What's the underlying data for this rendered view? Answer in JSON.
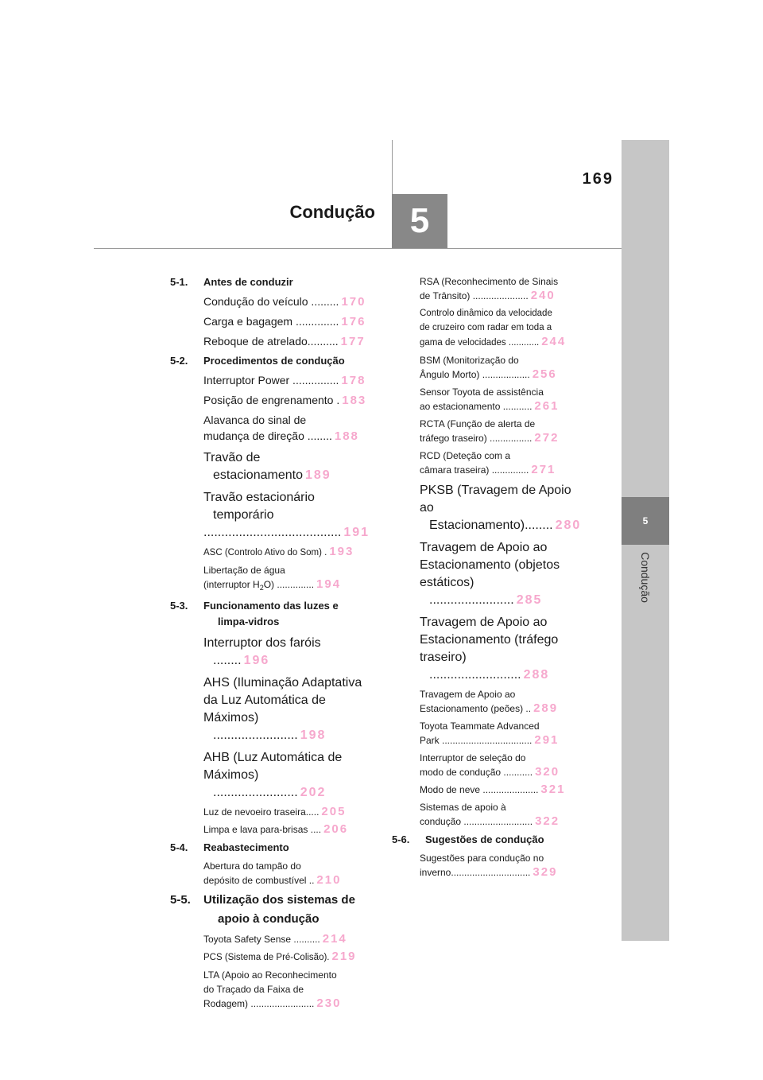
{
  "page_number": "169",
  "chapter": {
    "number": "5",
    "title": "Condução"
  },
  "side_tab": {
    "number": "5",
    "label": "Condução"
  },
  "colors": {
    "page_link": "#f6a8cd",
    "chapter_box": "#888888",
    "side_tab": "#c6c6c6",
    "side_tab_active": "#7f7f7f"
  },
  "left_column": {
    "s1": {
      "num": "5-1.",
      "title": "Antes de conduzir",
      "e1": {
        "text": "Condução do veículo .........",
        "page": "170"
      },
      "e2": {
        "text": "Carga e bagagem ..............",
        "page": "176"
      },
      "e3": {
        "text": "Reboque de atrelado..........",
        "page": "177"
      }
    },
    "s2": {
      "num": "5-2.",
      "title": "Procedimentos de condução",
      "e1": {
        "text": "Interruptor Power ...............",
        "page": "178"
      },
      "e2": {
        "text": "Posição de engrenamento .",
        "page": "183"
      },
      "e3": {
        "line1": "Alavanca do sinal de",
        "text": "mudança de direção ........",
        "page": "188"
      },
      "e4": {
        "text": "Travão de estacionamento",
        "page": "189"
      },
      "e5": {
        "line1": "Travão estacionário temporário",
        "text": ".......................................",
        "page": "191"
      },
      "e6": {
        "text": "ASC (Controlo Ativo do Som) .",
        "page": "193"
      },
      "e7": {
        "line1": "Libertação de água",
        "text_before": "(interruptor H",
        "text_sub": "2",
        "text_after": "O) ..............",
        "page": "194"
      }
    },
    "s3": {
      "num": "5-3.",
      "title": "Funcionamento das luzes e limpa-vidros",
      "e1": {
        "text": "Interruptor dos faróis ........",
        "page": "196"
      },
      "e2": {
        "line1": "AHS (Iluminação Adaptativa",
        "line2": "da Luz Automática de",
        "text": "Máximos) ........................",
        "page": "198"
      },
      "e3": {
        "line1": "AHB (Luz Automática de",
        "text": "Máximos) ........................",
        "page": "202"
      },
      "e4": {
        "text": "Luz de nevoeiro traseira.....",
        "page": "205"
      },
      "e5": {
        "text": "Limpa e lava para-brisas ....",
        "page": "206"
      }
    },
    "s4": {
      "num": "5-4.",
      "title": "Reabastecimento",
      "e1": {
        "line1": "Abertura do tampão do",
        "text": "depósito de combustível ..",
        "page": "210"
      }
    },
    "s5": {
      "num": "5-5.",
      "title": "Utilização dos sistemas de apoio à condução",
      "e1": {
        "text": "Toyota Safety Sense ..........",
        "page": "214"
      },
      "e2": {
        "text": "PCS (Sistema de Pré-Colisão).",
        "page": "219"
      },
      "e3": {
        "line1": "LTA (Apoio ao Reconhecimento",
        "line2": "do Traçado da Faixa de",
        "text": "Rodagem) ........................",
        "page": "230"
      }
    }
  },
  "right_column": {
    "e1": {
      "line1": "RSA (Reconhecimento de Sinais",
      "text": "de Trânsito) .....................",
      "page": "240"
    },
    "e2": {
      "line1": "Controlo dinâmico da velocidade",
      "line2": "de cruzeiro com radar em toda a",
      "text": "gama de velocidades ............",
      "page": "244"
    },
    "e3": {
      "line1": "BSM (Monitorização do",
      "text": "Ângulo Morto) ..................",
      "page": "256"
    },
    "e4": {
      "line1": "Sensor Toyota de assistência",
      "text": "ao estacionamento ...........",
      "page": "261"
    },
    "e5": {
      "line1": "RCTA (Função de alerta de",
      "text": "tráfego traseiro) ................",
      "page": "272"
    },
    "e6": {
      "line1": "RCD (Deteção com a",
      "text": "câmara traseira) ..............",
      "page": "271"
    },
    "e7": {
      "line1": "PKSB (Travagem de Apoio",
      "text": "ao Estacionamento)........",
      "page": "280"
    },
    "e8": {
      "line1": "Travagem de Apoio ao",
      "line2": "Estacionamento (objetos",
      "text": "estáticos) ........................",
      "page": "285"
    },
    "e9": {
      "line1": "Travagem de Apoio ao",
      "line2": "Estacionamento (tráfego",
      "text": "traseiro) ..........................",
      "page": "288"
    },
    "e10": {
      "line1": "Travagem de Apoio ao",
      "text": "Estacionamento (peões) ..",
      "page": "289"
    },
    "e11": {
      "line1": "Toyota Teammate Advanced",
      "text": "Park ..................................",
      "page": "291"
    },
    "e12": {
      "line1": "Interruptor de seleção do",
      "text": "modo de condução ...........",
      "page": "320"
    },
    "e13": {
      "text": "Modo de neve .....................",
      "page": "321"
    },
    "e14": {
      "line1": "Sistemas de apoio à",
      "text": "condução ..........................",
      "page": "322"
    },
    "s6": {
      "num": "5-6.",
      "title": "Sugestões de condução",
      "e1": {
        "line1": "Sugestões para condução no",
        "text": "inverno..............................",
        "page": "329"
      }
    }
  }
}
